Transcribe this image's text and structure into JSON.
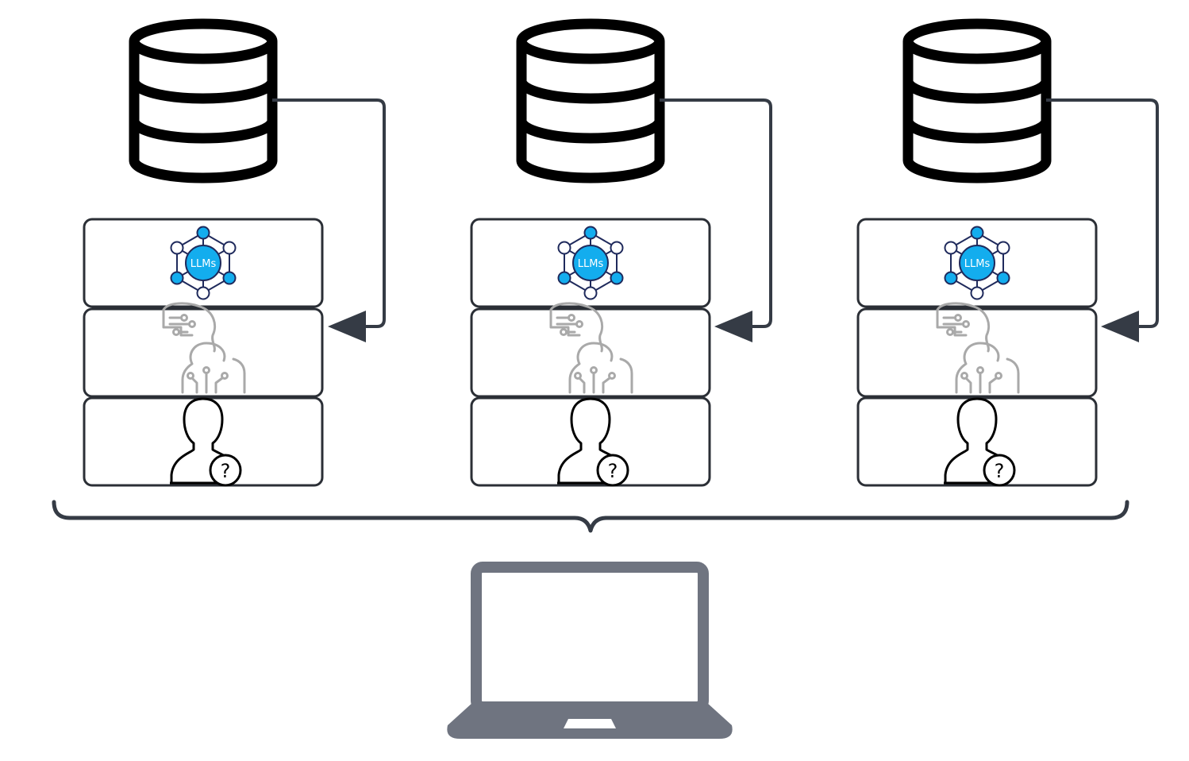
{
  "colors": {
    "outline": "#000000",
    "connector": "#353b45",
    "box_border": "#2b2f36",
    "llm_blue": "#13adee",
    "llm_navy": "#1f2a5c",
    "ai_gray": "#a9a9a9",
    "laptop": "#6f7480",
    "background": "#ffffff"
  },
  "columns": [
    {
      "database_icon": "database-icon",
      "layers": [
        {
          "icon": "llm-network-icon",
          "label": "LLMs"
        },
        {
          "icon": "ai-heads-icon"
        },
        {
          "icon": "user-question-icon",
          "symbol": "?"
        }
      ]
    },
    {
      "database_icon": "database-icon",
      "layers": [
        {
          "icon": "llm-network-icon",
          "label": "LLMs"
        },
        {
          "icon": "ai-heads-icon"
        },
        {
          "icon": "user-question-icon",
          "symbol": "?"
        }
      ]
    },
    {
      "database_icon": "database-icon",
      "layers": [
        {
          "icon": "llm-network-icon",
          "label": "LLMs"
        },
        {
          "icon": "ai-heads-icon"
        },
        {
          "icon": "user-question-icon",
          "symbol": "?"
        }
      ]
    }
  ],
  "group_brace": "curly-brace",
  "client_device": "laptop-icon"
}
